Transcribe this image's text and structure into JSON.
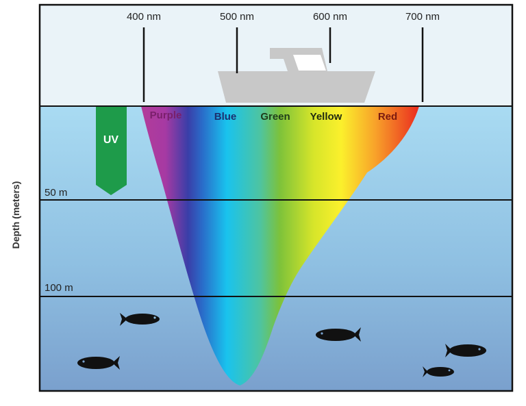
{
  "wavelength_markers": [
    "400 nm",
    "500 nm",
    "600 nm",
    "700 nm"
  ],
  "spectrum_bands": [
    {
      "label": "Purple",
      "color": "#7a1f6b"
    },
    {
      "label": "Blue",
      "color": "#1c2f6e"
    },
    {
      "label": "Green",
      "color": "#1f3d1a"
    },
    {
      "label": "Yellow",
      "color": "#1f2a10"
    },
    {
      "label": "Red",
      "color": "#7a1a10"
    }
  ],
  "uv_label": "UV",
  "depth_markers": [
    "50 m",
    "100 m"
  ],
  "axis_label": "Depth (meters)",
  "colors": {
    "sky": "#e8f1f7",
    "water_top": "#a9d8f0",
    "water_mid": "#8fc0e2",
    "water_bottom": "#7aa3cf",
    "uv_arrow": "#1e9b4a",
    "boat": "#c8c8c8",
    "fish": "#111111"
  },
  "icons": [
    "boat-icon",
    "fish-icon"
  ]
}
